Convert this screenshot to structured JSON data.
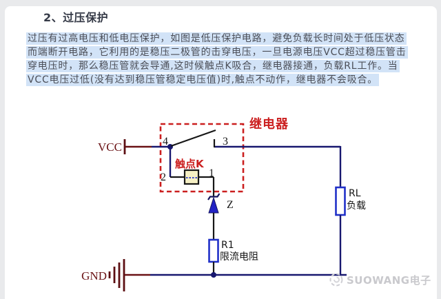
{
  "title": "2、过压保护",
  "paragraph": {
    "lines": [
      "过压有过高电压和低电压保护，如图是低压保护电路，避免负载长时间处于低压状态",
      "而端断开电路，它利用的是稳压二极管的击穿电压，一旦电源电压VCC超过稳压管击",
      "穿电压时，那么稳压管就会导通,这时候触点K吸合，继电器接通，负载RL工作。当",
      "VCC电压过低(没有达到稳压管稳定电压值)时,触点不动作，继电器不会吸合。"
    ]
  },
  "circuit": {
    "relay_label": "继电器",
    "contact_label": "触点K",
    "pin4": "4",
    "pin3": "3",
    "pin2": "2",
    "pin1": "1",
    "vcc_label": "VCC",
    "gnd_label": "GND",
    "zener_label": "Z",
    "r1_ref": "R1",
    "r1_name": "限流电阻",
    "rl_ref": "RL",
    "rl_name": "负载"
  },
  "watermark": {
    "text": "SUOWANG电子"
  },
  "colors": {
    "highlight_blue": "#d2e3f7",
    "wire_navy": "#17176f",
    "wire_maroon": "#691114",
    "relay_red": "#cb1f1f",
    "component_blue": "#2030c8",
    "coil_fill": "#f6f0c4",
    "zener_fill": "#2222c4",
    "watermark_gray": "#c9c9cd",
    "title_color": "#343946",
    "body_text": "#4b4e57"
  }
}
